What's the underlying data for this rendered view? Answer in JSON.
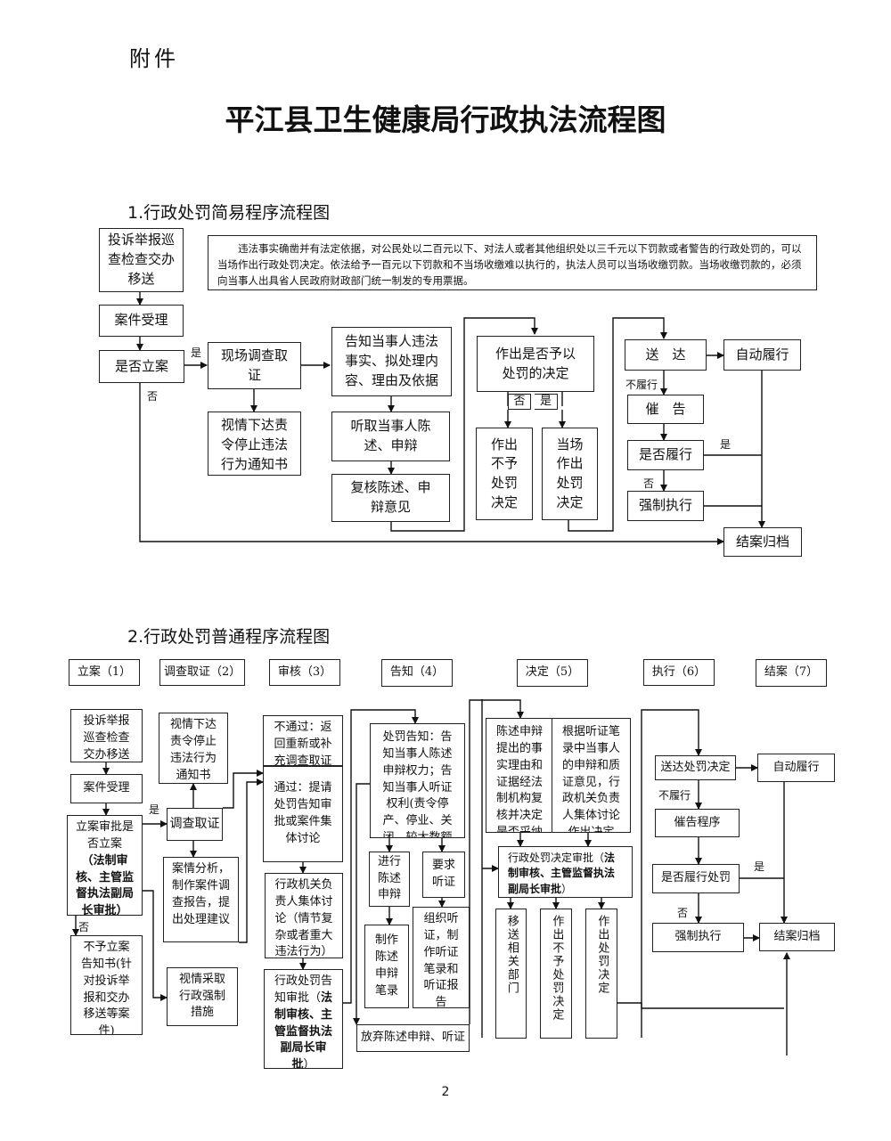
{
  "header": {
    "attachment": "附件",
    "title": "平江县卫生健康局行政执法流程图",
    "page_number": "2"
  },
  "simple": {
    "heading": "1.行政处罚简易程序流程图",
    "note": "违法事实确凿并有法定依据，对公民处以二百元以下、对法人或者其他组织处以三千元以下罚款或者警告的行政处罚的，可以当场作出行政处罚决定。依法给予一百元以下罚款和不当场收缴难以执行的，执法人员可以当场收缴罚款。当场收缴罚款的，必须向当事人出具省人民政府财政部门统一制发的专用票据。",
    "boxes": {
      "complaint": "投诉举报巡查检查交办移送",
      "accept": "案件受理",
      "file": "是否立案",
      "investigate": "现场调查取证",
      "order": "视情下达责令停止违法行为通知书",
      "inform": "告知当事人违法事实、拟处理内容、理由及依据",
      "hear": "听取当事人陈述、申辩",
      "review": "复核陈述、申辩意见",
      "decide": "作出是否予以处罚的决定",
      "no_penalty": "作出不予处罚决定",
      "onsite_penalty": "当场作出处罚决定",
      "deliver": "送　达",
      "auto": "自动履行",
      "urge": "催　告",
      "comply": "是否履行",
      "enforce": "强制执行",
      "archive": "结案归档"
    },
    "labels": {
      "yes": "是",
      "no": "否",
      "no2": "否",
      "yes2": "是",
      "not_comply": "不履行",
      "yes3": "是",
      "no3": "否"
    }
  },
  "general": {
    "heading": "2.行政处罚普通程序流程图",
    "stages": [
      "立案（1）",
      "调查取证（2）",
      "审核（3）",
      "告知（4）",
      "决定（5）",
      "执行（6）",
      "结案（7）"
    ],
    "boxes": {
      "complaint": "投诉举报巡查检查交办移送",
      "accept": "案件受理",
      "approve": "立案审批是否立案",
      "approve_bold": "（法制审核、主管监督执法副局长审批）",
      "not_file": "不予立案告知书(针对投诉举报和交办移送等案件)",
      "order": "视情下达责令停止违法行为通知书",
      "investigate": "调查取证",
      "analysis": "案情分析，制作案件调查报告，提出处理建议",
      "coercive": "视情采取行政强制措施",
      "fail": "不通过：返回重新或补充调查取证",
      "pass": "通过：提请处罚告知审批或案件集体讨论",
      "collective": "行政机关负责人集体讨论（情节复杂或者重大违法行为）",
      "notice_approve": "行政处罚告知审批（",
      "notice_approve_bold": "法制审核、主管监督执法副局长审批",
      "notice_approve_end": "）",
      "notice": "处罚告知：告知当事人陈述申辩权力；告知当事人听证权利(责令停产、停业、关闭，较大数额罚款、没收较大数额财物等）",
      "defend": "进行陈述申辩",
      "request_hearing": "要求听证",
      "defend_record": "制作陈述申辩笔录",
      "hearing": "组织听证，制作听证笔录和听证报告",
      "waive": "放弃陈述申辩、听证",
      "fact_review": "陈述申辩提出的事实理由和证据经法制机构复核并决定是否采纳",
      "hearing_opinion": "根据听证笔录中当事人的申辩和质证意见，行政机关负责人集体讨论作出决定",
      "decision_approve": "行政处罚决定审批（",
      "decision_approve_bold": "法制审核、主管监督执法副局长审批",
      "decision_approve_end": "）",
      "transfer": "移送相关部门",
      "no_penalty": "作出不予处罚决定",
      "penalty": "作出处罚决定",
      "deliver": "送达处罚决定",
      "auto": "自动履行",
      "urge": "催告程序",
      "comply": "是否履行处罚",
      "enforce": "强制执行",
      "archive": "结案归档"
    },
    "labels": {
      "yes": "是",
      "no": "否",
      "not_comply": "不履行",
      "yes2": "是",
      "no2": "否"
    }
  }
}
